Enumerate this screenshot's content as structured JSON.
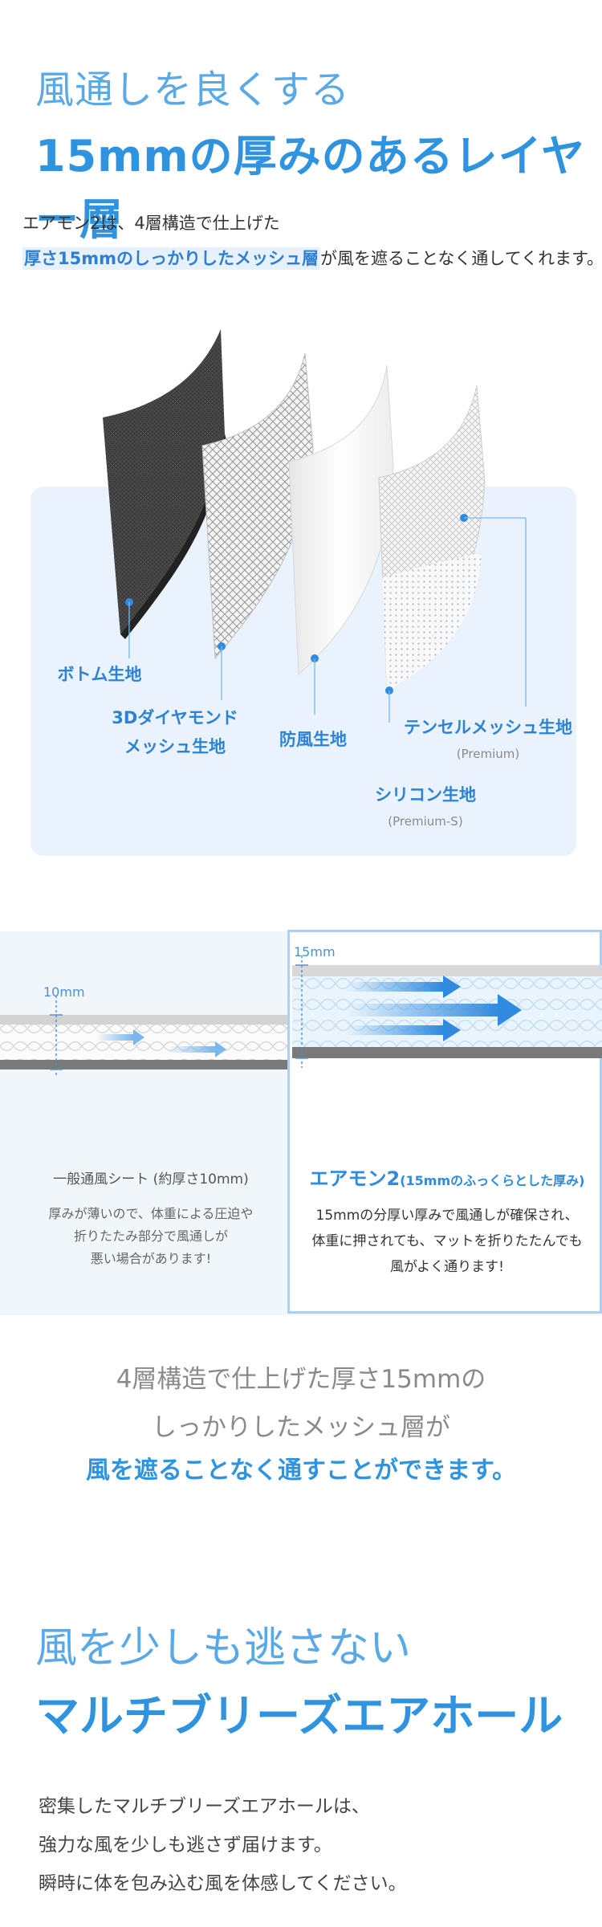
{
  "section1": {
    "heading_light": "風通しを良くする",
    "heading_bold": "15mmの厚みのあるレイヤー層",
    "intro_line1": "エアモン2は、4層構造で仕上げた",
    "intro_highlight": "厚さ15mmのしっかりしたメッシュ層",
    "intro_rest": "が風を遮ることなく通してくれます。"
  },
  "layers": {
    "bottom": "ボトム生地",
    "diamond_line1": "3Dダイヤモンド",
    "diamond_line2": "メッシュ生地",
    "windproof": "防風生地",
    "tencel": "テンセルメッシュ生地",
    "tencel_sub": "(Premium)",
    "silicone": "シリコン生地",
    "silicone_sub": "(Premium-S)"
  },
  "comparison": {
    "left_measure": "10mm",
    "right_measure": "15mm",
    "left_title": "一般通風シート (約厚さ10mm)",
    "left_desc_line1": "厚みが薄いので、体重による圧迫や",
    "left_desc_line2": "折りたたみ部分で風通しが",
    "left_desc_line3": "悪い場合があります!",
    "right_title": "エアモン2",
    "right_title_small": "(15mmのふっくらとした厚み)",
    "right_desc_line1": "15mmの分厚い厚みで風通しが確保され、",
    "right_desc_line2": "体重に押されても、マットを折りたたんでも",
    "right_desc_line3": "風がよく通ります!"
  },
  "summary": {
    "line1": "4層構造で仕上げた厚さ15mmの",
    "line2": "しっかりしたメッシュ層が",
    "line3": "風を遮ることなく通すことができます。"
  },
  "section2": {
    "heading_light": "風を少しも逃さない",
    "heading_bold": "マルチブリーズエアホール",
    "body_line1": "密集したマルチブリーズエアホールは、",
    "body_line2": "強力な風を少しも逃さず届けます。",
    "body_line3": "瞬時に体を包み込む風を体感してください。"
  },
  "colors": {
    "accent": "#2f93e0",
    "accent_light": "#5aa9e6",
    "panel_bg": "#eaf3fd"
  }
}
